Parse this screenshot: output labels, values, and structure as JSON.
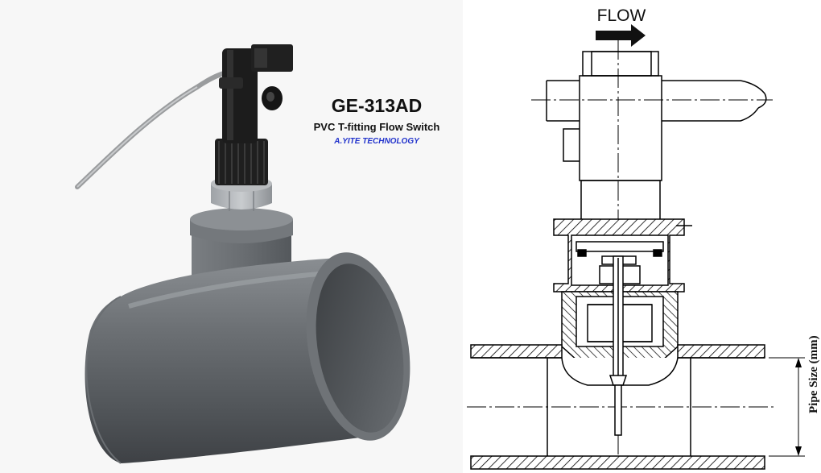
{
  "product": {
    "model": "GE-313AD",
    "description": "PVC T-fitting Flow Switch",
    "brand": "A.YITE TECHNOLOGY"
  },
  "drawing": {
    "flow_label": "FLOW",
    "dimension_label": "Pipe Size (mm)"
  },
  "colors": {
    "pipe": "#5f6368",
    "switch_body": "#1e1e1e",
    "brand_text": "#2233cc",
    "line": "#000000"
  }
}
